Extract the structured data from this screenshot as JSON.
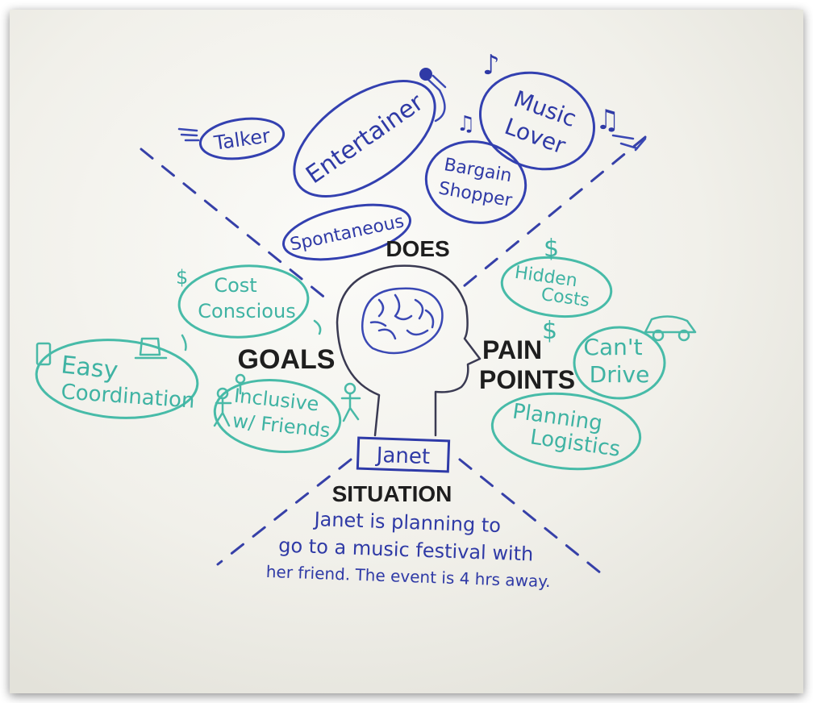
{
  "quadrants": {
    "does": "DOES",
    "goals": "GOALS",
    "pain_points_line1": "PAIN",
    "pain_points_line2": "POINTS",
    "situation": "SITUATION"
  },
  "persona": {
    "name": "Janet"
  },
  "does_items": {
    "talker": "Talker",
    "entertainer": "Entertainer",
    "music_lover_line1": "Music",
    "music_lover_line2": "Lover",
    "bargain_shopper_line1": "Bargain",
    "bargain_shopper_line2": "Shopper",
    "spontaneous": "Spontaneous"
  },
  "goal_items": {
    "cost_conscious_line1": "Cost",
    "cost_conscious_line2": "Conscious",
    "easy_coordination_line1": "Easy",
    "easy_coordination_line2": "Coordination",
    "inclusive_line1": "Inclusive",
    "inclusive_line2": "w/ Friends"
  },
  "pain_items": {
    "hidden_costs_line1": "Hidden",
    "hidden_costs_line2": "Costs",
    "cant_drive_line1": "Can't",
    "cant_drive_line2": "Drive",
    "planning_logistics_line1": "Planning",
    "planning_logistics_line2": "Logistics"
  },
  "situation_text": {
    "line1": "Janet is planning to",
    "line2": "go to a music festival with",
    "line3": "her friend. The event is 4 hrs away."
  },
  "symbols": {
    "dollar_top": "$",
    "dollar_bottom": "$",
    "dollar_left": "$",
    "note_small": "♪",
    "note_mid": "♫",
    "notes_right": "♫"
  },
  "colors": {
    "ink_blue": "#2f3aa6",
    "ink_teal": "#3fb3a3",
    "ink_black": "#1e1e1e",
    "board": "#f4f3ee"
  }
}
